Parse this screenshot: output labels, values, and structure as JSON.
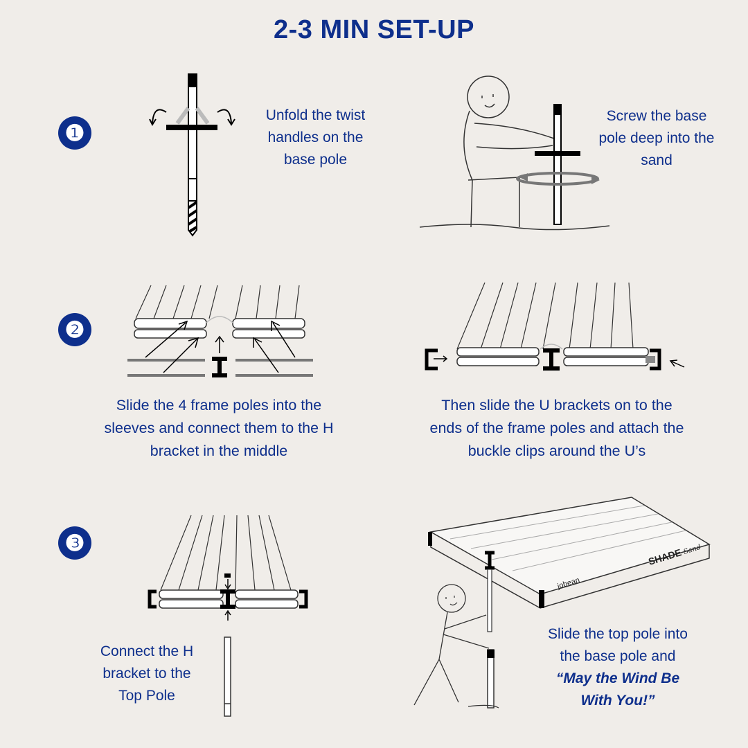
{
  "title": "2-3 MIN SET-UP",
  "steps": [
    {
      "number": "❶",
      "instructions": [
        "Unfold the twist handles on the base pole",
        "Screw the base pole deep into the sand"
      ]
    },
    {
      "number": "❷",
      "instructions": [
        "Slide the 4 frame poles into the sleeves and connect them to the H bracket in the middle",
        "Then slide the U brackets on to the ends of the frame poles and attach the buckle clips around the U’s"
      ]
    },
    {
      "number": "❸",
      "instructions": [
        "Connect the H bracket to the Top Pole",
        "Slide the top pole into the base pole and"
      ],
      "closing_emphasis_line1": "“May the Wind Be",
      "closing_emphasis_line2": "With You!”"
    }
  ],
  "brand_marks": [
    "SHADE",
    "Sand",
    "jobean"
  ],
  "colors": {
    "background": "#f0ede9",
    "text": "#0e2f8c",
    "badge": "#0e2f8c"
  },
  "icons": [
    "base-pole-icon",
    "person-screwing-icon",
    "frame-sleeve-icon",
    "u-bracket-icon",
    "top-pole-icon",
    "shade-canopy-icon"
  ]
}
